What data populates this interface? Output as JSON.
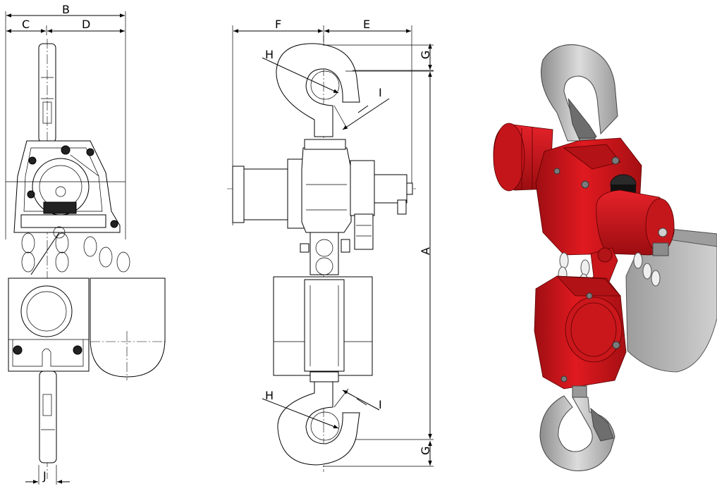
{
  "dimensions": {
    "A": "A",
    "B": "B",
    "C": "C",
    "D": "D",
    "E": "E",
    "F": "F",
    "G_top": "G",
    "G_bottom": "G",
    "H_top": "H",
    "H_bottom": "H",
    "I_top": "I",
    "I_bottom": "I",
    "J": "J"
  },
  "colors": {
    "body_red": "#d4161b",
    "body_red_dark": "#8e0b0e",
    "hook_gray": "#b5b5b5",
    "hook_gray_dark": "#7c7c7c",
    "bag_gray": "#bdbdbd",
    "chain": "#e8e8e8",
    "line": "#000000"
  },
  "icons": {
    "front_view": "hoist-front-view-drawing",
    "side_view": "hoist-side-view-drawing",
    "render": "red-chain-hoist-3d-render"
  }
}
